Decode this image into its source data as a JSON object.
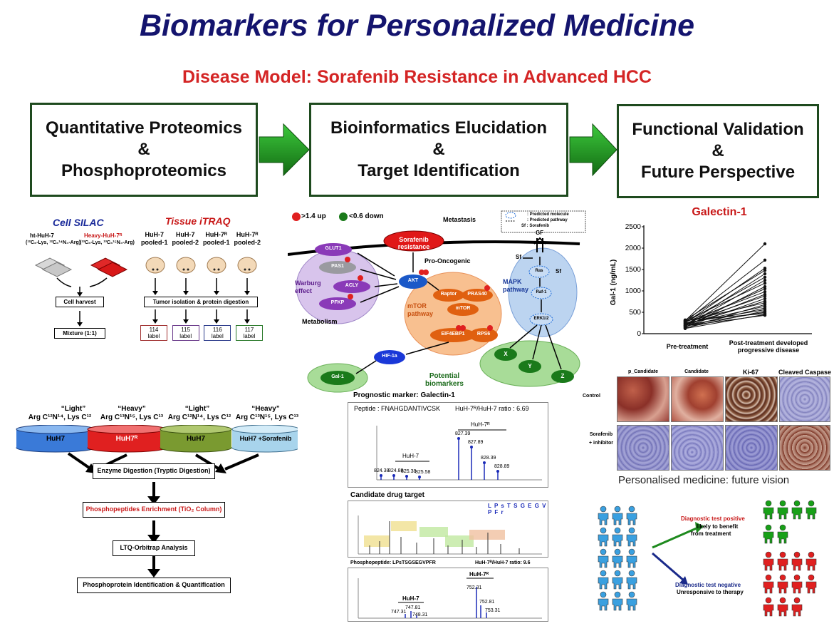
{
  "title": "Biomarkers for Personalized Medicine",
  "subtitle": "Disease Model: Sorafenib Resistance in Advanced HCC",
  "steps": [
    {
      "line1": "Quantitative Proteomics",
      "line2": "&",
      "line3": "Phosphoproteomics"
    },
    {
      "line1": "Bioinformatics Elucidation",
      "line2": "&",
      "line3": "Target Identification"
    },
    {
      "line1": "Functional Validation",
      "line2": "&",
      "line3": "Future Perspective"
    }
  ],
  "silac": {
    "title": "Cell SILAC",
    "light": "ht-HuH-7",
    "light_sub": "(¹²C₆-Lys, ¹²C₆¹⁴N₄-Arg)",
    "heavy": "Heavy-HuH-7ᴿ",
    "heavy_sub": "(¹³C₆-Lys, ¹³C₆¹⁵N₄-Arg)",
    "harvest": "Cell harvest",
    "mixture": "Mixture (1:1)"
  },
  "itraq": {
    "title": "Tissue iTRAQ",
    "groups": [
      {
        "l1": "HuH-7",
        "l2": "pooled-1"
      },
      {
        "l1": "HuH-7",
        "l2": "pooled-2"
      },
      {
        "l1": "HuH-7ᴿ",
        "l2": "pooled-1"
      },
      {
        "l1": "HuH-7ᴿ",
        "l2": "pooled-2"
      }
    ],
    "isolation": "Tumor isolation & protein digestion",
    "labels": [
      {
        "num": "114",
        "txt": "label",
        "color": "#a03030"
      },
      {
        "num": "115",
        "txt": "label",
        "color": "#6a3a8a"
      },
      {
        "num": "116",
        "txt": "label",
        "color": "#2a3a8a"
      },
      {
        "num": "117",
        "txt": "label",
        "color": "#2a7a2a"
      }
    ]
  },
  "workflow": {
    "dishes": [
      {
        "top1": "“Light”",
        "top2": "Arg C¹²N¹⁴, Lys C¹²",
        "label": "HuH7",
        "color": "#3a7ad8"
      },
      {
        "top1": "“Heavy”",
        "top2": "Arg C¹³N¹⁵, Lys C¹³",
        "label": "HuH7ᴿ",
        "color": "#e02020"
      },
      {
        "top1": "“Light”",
        "top2": "Arg C¹²N¹⁴, Lys C¹²",
        "label": "HuH7",
        "color": "#7a9a30"
      },
      {
        "top1": "“Heavy”",
        "top2": "Arg C¹³N¹⁵, Lys C¹³",
        "label": "HuH7 +Sorafenib",
        "color": "#a8d4ec"
      }
    ],
    "steps": [
      "Enzyme Digestion (Tryptic Digestion)",
      "Phosphopeptides Enrichment (TiO₂ Column)",
      "LTQ-Orbitrap Analysis",
      "Phosphoprotein Identification & Quantification"
    ]
  },
  "pathway": {
    "legend_up": ">1.4 up",
    "legend_down": "<0.6 down",
    "metastasis": "Metastasis",
    "legend_box": [
      ": Predicted molecule",
      ": Predicted pathway",
      "Sf  : Sorafenib"
    ],
    "sorafenib": "Sorafenib resistance",
    "pro_oncogenic": "Pro-Oncogenic",
    "warburg": "Warburg effect",
    "metabolism": "Metabolism",
    "mtor_pathway": "mTOR pathway",
    "mapk_pathway": "MAPK pathway",
    "potential": "Potential biomarkers",
    "nodes": {
      "glut1": "GLUT1",
      "pas1": "PAS1",
      "acly": "ACLY",
      "pfkp": "PFKP",
      "akt": "AKT",
      "raptor": "Raptor",
      "pras40": "PRAS40",
      "mtor": "mTOR",
      "eif": "EIF4EBP1",
      "rps6": "RPS6",
      "hif": "HIF-1a",
      "gal1": "Gal-1",
      "gf": "GF",
      "sf1": "Sf",
      "sf2": "Sf",
      "ras": "Ras",
      "raf": "Raf-1",
      "erk": "ERK1/2",
      "x": "X",
      "y": "Y",
      "z": "Z"
    }
  },
  "spectra": {
    "prognostic": "Prognostic marker: Galectin-1",
    "peptide": "Peptide : FNAHGDANTIVCSK",
    "ratio": "HuH-7ᴿ/HuH-7 ratio : 6.69",
    "huh7": "HuH-7",
    "huh7r": "HuH-7ᴿ",
    "peaks_left": [
      "824.38",
      "824.88",
      "825.38",
      "825.58"
    ],
    "peaks_right": [
      "827.39",
      "827.89",
      "828.39",
      "828.89"
    ],
    "candidate": "Candidate drug target",
    "candidate_seq": "L P s T S G E G V P F r",
    "phospho": "Phosphopeptide: LPsTSGSEGVPFR",
    "phospho_ratio": "HuH-7ᴿ/HuH-7 ratio: 9.6",
    "p_huh7": "HuH-7",
    "p_huh7r": "HuH-7ᴿ",
    "p_peaks_left": [
      "747.31",
      "747.81",
      "748.31"
    ],
    "p_peaks_right": [
      "752.31",
      "752.81",
      "753.31"
    ]
  },
  "galectin": {
    "title": "Galectin-1",
    "ylabel": "Gal-1 (ng/mL)",
    "xlabels": [
      "Pre-treatment",
      "Post-treatment developed progressive disease"
    ],
    "yticks": [
      "0",
      "500",
      "1000",
      "1500",
      "2000",
      "2500"
    ]
  },
  "chart_data": {
    "type": "line",
    "title": "Galectin-1",
    "xlabel": "",
    "ylabel": "Gal-1 (ng/mL)",
    "categories": [
      "Pre-treatment",
      "Post-treatment developed progressive disease"
    ],
    "ylim": [
      0,
      2500
    ],
    "series": [
      {
        "values": [
          300,
          2100
        ]
      },
      {
        "values": [
          280,
          1720
        ]
      },
      {
        "values": [
          250,
          1530
        ]
      },
      {
        "values": [
          320,
          1480
        ]
      },
      {
        "values": [
          200,
          1400
        ]
      },
      {
        "values": [
          260,
          1320
        ]
      },
      {
        "values": [
          180,
          1250
        ]
      },
      {
        "values": [
          300,
          1180
        ]
      },
      {
        "values": [
          150,
          1100
        ]
      },
      {
        "values": [
          220,
          1050
        ]
      },
      {
        "values": [
          270,
          980
        ]
      },
      {
        "values": [
          190,
          920
        ]
      },
      {
        "values": [
          240,
          880
        ]
      },
      {
        "values": [
          160,
          820
        ]
      },
      {
        "values": [
          210,
          760
        ]
      },
      {
        "values": [
          290,
          720
        ]
      },
      {
        "values": [
          130,
          680
        ]
      },
      {
        "values": [
          230,
          640
        ]
      },
      {
        "values": [
          170,
          600
        ]
      },
      {
        "values": [
          250,
          560
        ]
      },
      {
        "values": [
          140,
          530
        ]
      },
      {
        "values": [
          200,
          500
        ]
      },
      {
        "values": [
          310,
          470
        ]
      },
      {
        "values": [
          120,
          450
        ]
      },
      {
        "values": [
          180,
          430
        ]
      }
    ]
  },
  "ihc": {
    "cols": [
      "p_Candidate",
      "Candidate",
      "Ki-67",
      "Cleaved Caspase 3"
    ],
    "rows": [
      "Control",
      "Sorafenib + inhibitor"
    ]
  },
  "future": {
    "title": "Personalised medicine:  future vision",
    "pos_title": "Diagnostic test positive",
    "pos_sub1": "likely to benefit",
    "pos_sub2": "from treatment",
    "neg_title": "Diagnostic test negative",
    "neg_sub": "Unresponsive to therapy"
  },
  "colors": {
    "title": "#14146e",
    "subtitle": "#d42525",
    "arrow": "#1e8a1e",
    "person_blue": "#3aa0e0",
    "person_green": "#18a018",
    "person_red": "#e02020"
  }
}
